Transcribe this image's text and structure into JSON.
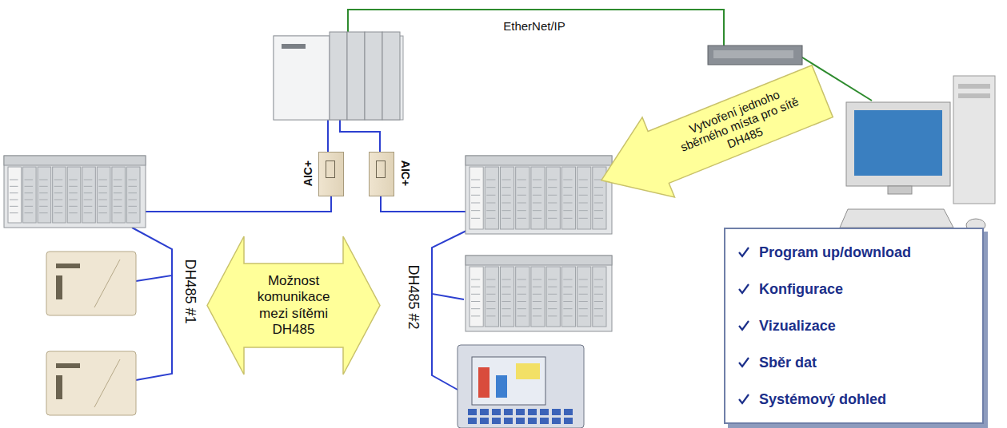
{
  "diagram": {
    "nodes": [
      {
        "text": [
          "Vytvoření jednoho sběrného místa pro sítě DH485"
        ]
      },
      {
        "text": [
          "AIC+"
        ]
      },
      {
        "text": [
          "AIC+"
        ]
      },
      {
        "text": [
          "Program up/download",
          "Konfigurace",
          "Vizualizace",
          "Sběr dat",
          "Systémový dohled"
        ]
      },
      {
        "text": [
          "Možnost komunikace mezi sítěmi DH485"
        ]
      }
    ],
    "labels": [
      "EtherNet/IP",
      "DH485 #1",
      "DH485 #2"
    ]
  }
}
